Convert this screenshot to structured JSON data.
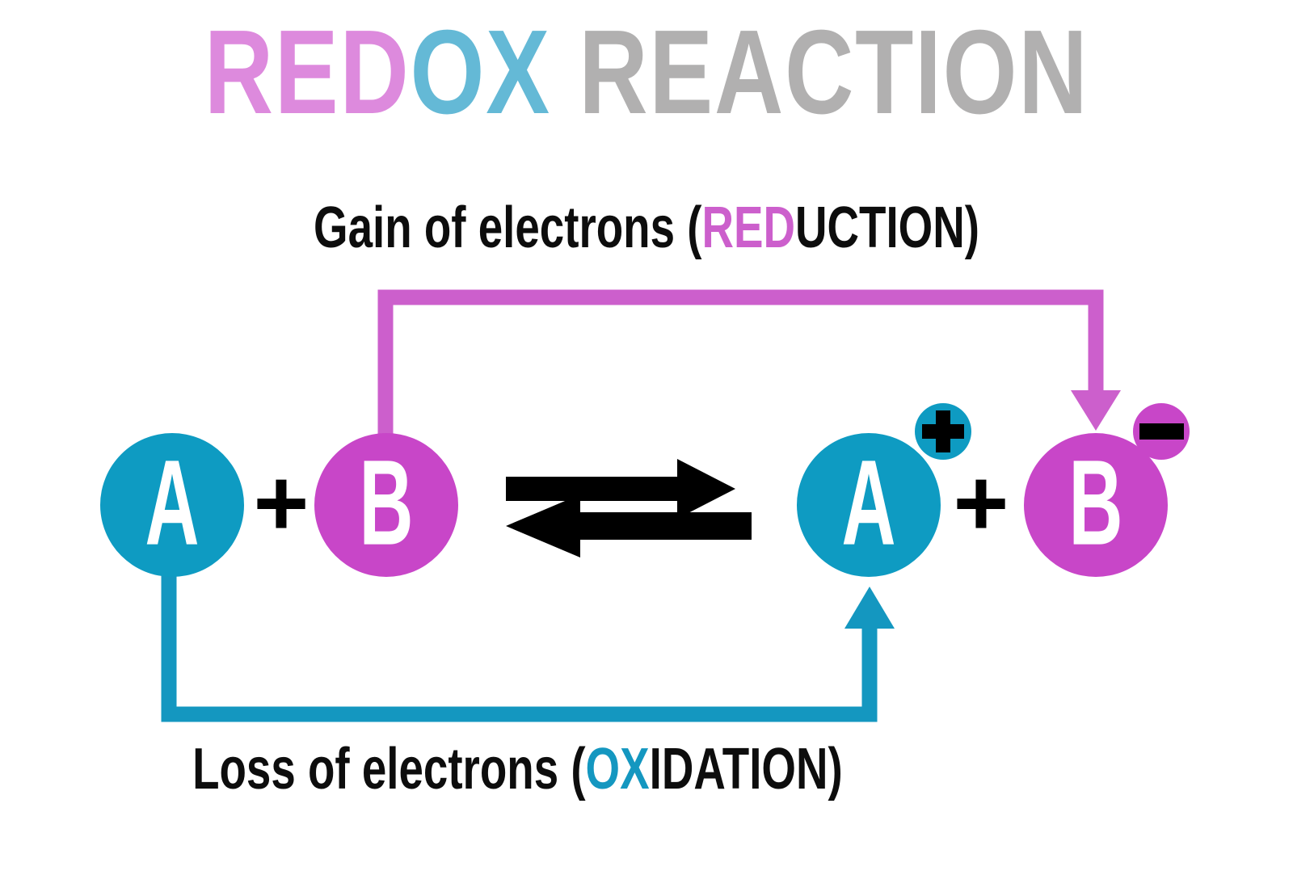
{
  "title": {
    "part_red": "RED",
    "part_ox": "OX",
    "part_rest": " REACTION",
    "full": "REDOX REACTION",
    "color_red": "#dd8add",
    "color_ox": "#64b9d6",
    "color_rest": "#b1b0b0"
  },
  "captions": {
    "top": {
      "prefix": "Gain of electrons (",
      "highlight": "RED",
      "suffix": "UCTION)",
      "full": "Gain of electrons (REDUCTION)",
      "highlight_color": "#cc5fcc"
    },
    "bottom": {
      "prefix": "Loss of electrons (",
      "highlight": "OX",
      "suffix": "IDATION)",
      "full": "Loss of electrons (OXIDATION)",
      "highlight_color": "#1497c0"
    }
  },
  "equation": {
    "reactants": [
      {
        "label": "A",
        "color": "#0e9bc2",
        "charge": ""
      },
      {
        "operator": "+"
      },
      {
        "label": "B",
        "color": "#c846c8",
        "charge": ""
      }
    ],
    "products": [
      {
        "label": "A",
        "color": "#0e9bc2",
        "charge": "+"
      },
      {
        "operator": "+"
      },
      {
        "label": "B",
        "color": "#c846c8",
        "charge": "−"
      }
    ],
    "arrow_type": "equilibrium-double-arrow",
    "arrow_color": "#000000"
  },
  "pathways": {
    "reduction": {
      "name": "reduction-path",
      "from": "B",
      "to": "B-minus",
      "color": "#cc5fcc",
      "direction": "up-over-down"
    },
    "oxidation": {
      "name": "oxidation-path",
      "from": "A",
      "to": "A-plus",
      "color": "#1497c0",
      "direction": "down-over-up"
    }
  },
  "colors": {
    "background": "#ffffff",
    "teal": "#0e9bc2",
    "magenta": "#c846c8",
    "path_magenta": "#cc5fcc",
    "path_teal": "#1497c0",
    "black": "#000000",
    "white": "#ffffff",
    "gray": "#b1b0b0"
  }
}
